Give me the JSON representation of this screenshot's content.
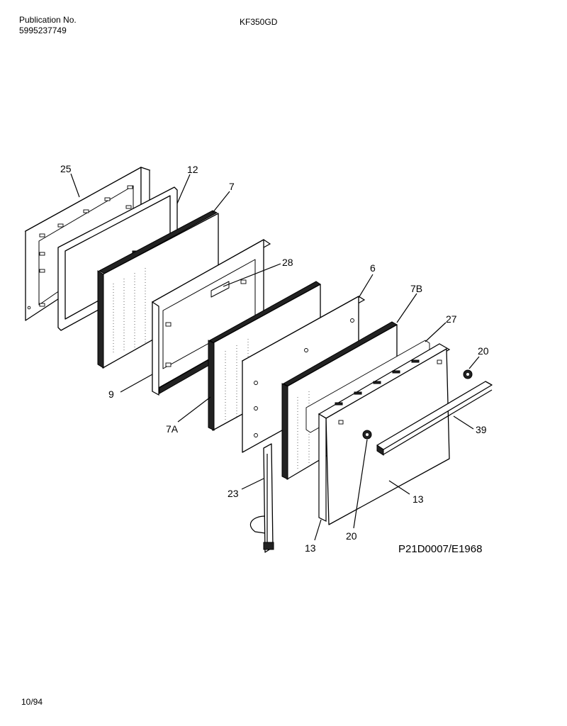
{
  "header": {
    "publication_label": "Publication No.",
    "publication_number": "5995237749",
    "model": "KF350GD"
  },
  "footer": {
    "date": "10/94"
  },
  "diagram": {
    "drawing_code": "P21D0007/E1968",
    "callouts": {
      "c25": "25",
      "c12": "12",
      "c7": "7",
      "c28": "28",
      "c6": "6",
      "c7b": "7B",
      "c27": "27",
      "c20a": "20",
      "c39": "39",
      "c9": "9",
      "c7a": "7A",
      "c23": "23",
      "c13a": "13",
      "c20b": "20",
      "c13b": "13"
    }
  }
}
